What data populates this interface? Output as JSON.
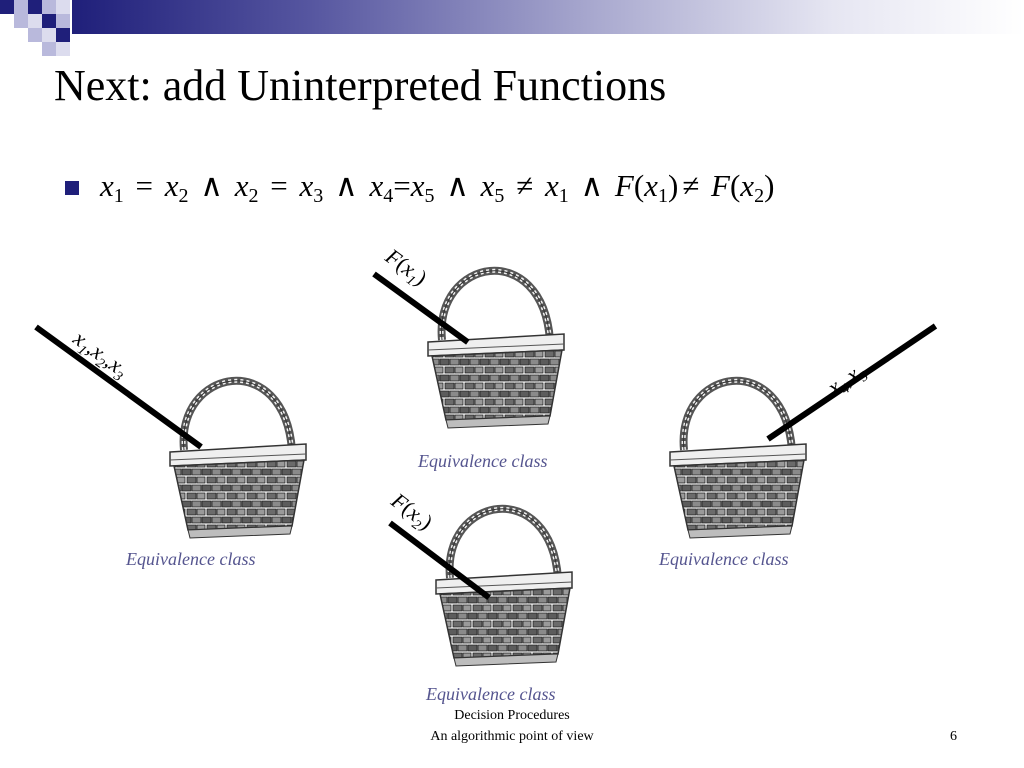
{
  "title": "Next: add Uninterpreted Functions",
  "formula": {
    "x": "x",
    "F": "F",
    "eq": "=",
    "and": "∧",
    "neq": "≠",
    "lparen": "(",
    "rparen": ")",
    "sub1": "1",
    "sub2": "2",
    "sub3": "3",
    "sub4": "4",
    "sub5": "5"
  },
  "stick_labels": {
    "left": {
      "text": "x",
      "subs": [
        "1",
        "2",
        "3"
      ],
      "comma": ","
    },
    "top_center": {
      "fn": "F",
      "lparen": "(",
      "var": "x",
      "sub": "1",
      "rparen": ")"
    },
    "bottom_center": {
      "fn": "F",
      "lparen": "(",
      "var": "x",
      "sub": "2",
      "rparen": ")"
    },
    "right": {
      "text": "x",
      "subs": [
        "4",
        "5"
      ],
      "comma": ","
    }
  },
  "captions": {
    "left": "Equivalence class",
    "top_center": "Equivalence class",
    "right": "Equivalence class",
    "bottom_center": "Equivalence class"
  },
  "footer": {
    "line1": "Decision Procedures",
    "line2": "An algorithmic point of view"
  },
  "page_number": "6",
  "colors": {
    "header_dark": "#1f1f7a",
    "bullet": "#1f1f7a",
    "caption": "#55558f"
  },
  "icons": {
    "bullet": "square-bullet",
    "basket": "basket-icon"
  }
}
